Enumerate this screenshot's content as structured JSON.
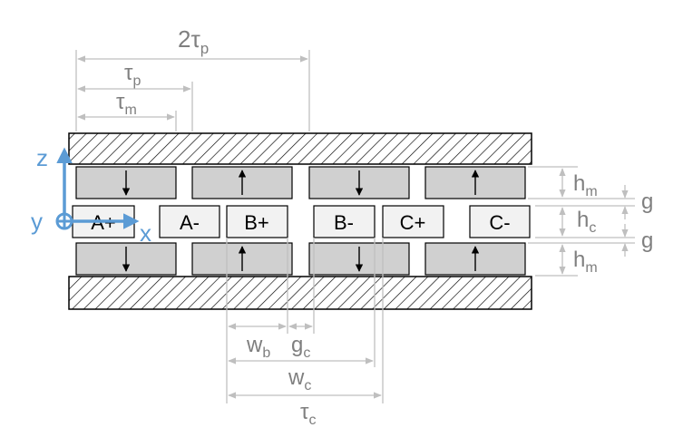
{
  "labels": {
    "two_tau_p": {
      "base": "2τ",
      "sub": "p"
    },
    "tau_p": {
      "base": "τ",
      "sub": "p"
    },
    "tau_m": {
      "base": "τ",
      "sub": "m"
    },
    "h_m_top": {
      "base": "h",
      "sub": "m"
    },
    "g_top": "g",
    "h_c": {
      "base": "h",
      "sub": "c"
    },
    "g_bottom": "g",
    "h_m_bottom": {
      "base": "h",
      "sub": "m"
    },
    "w_b": {
      "base": "w",
      "sub": "b"
    },
    "g_c": {
      "base": "g",
      "sub": "c"
    },
    "w_c": {
      "base": "w",
      "sub": "c"
    },
    "tau_c": {
      "base": "τ",
      "sub": "c"
    }
  },
  "coils": [
    "A+",
    "A-",
    "B+",
    "B-",
    "C+",
    "C-"
  ],
  "axes": {
    "z": "z",
    "y": "y",
    "x": "x"
  },
  "magnets": {
    "top_directions": [
      "down",
      "up",
      "down",
      "up"
    ],
    "bottom_directions": [
      "down",
      "up",
      "down",
      "up"
    ]
  },
  "colors": {
    "dimension_line": "#bfbfbf",
    "label_gray": "#7f7f7f",
    "magnet_fill": "#d0d0d0",
    "coil_fill": "#f2f2f2",
    "axis_blue": "#5b9bd5",
    "outline": "#000000"
  }
}
